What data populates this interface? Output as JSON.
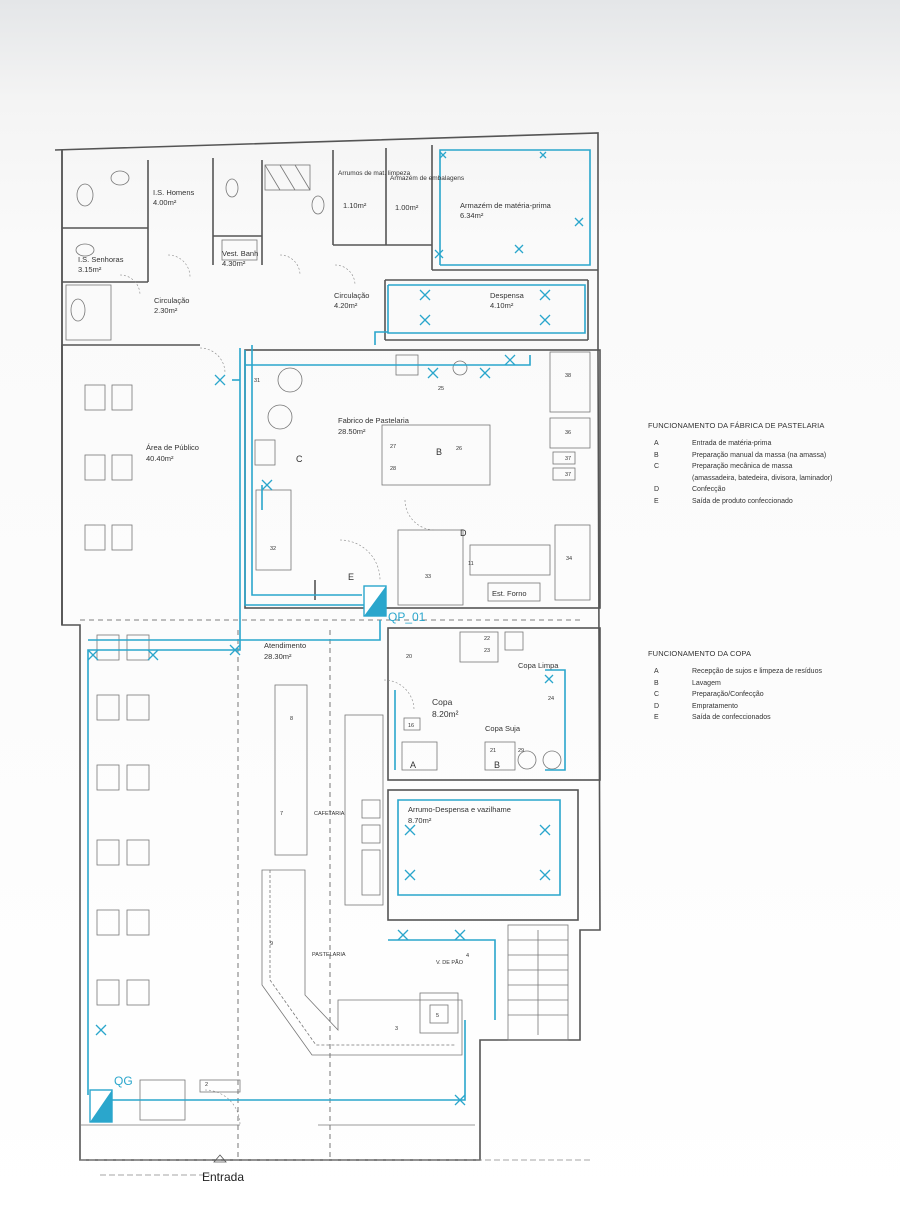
{
  "rooms": {
    "is_homens": {
      "name": "I.S. Homens",
      "area": "4.00m²"
    },
    "arrumos_limpeza": {
      "name": "Arrumos de mat. limpeza",
      "area": "1.10m²"
    },
    "armazem_embalagens": {
      "name": "Armazém de embalagens",
      "area": "1.00m²"
    },
    "armazem_materia_prima": {
      "name": "Armazém de matéria-prima",
      "area": "6.34m²"
    },
    "is_senhoras": {
      "name": "I.S. Senhoras",
      "area": "3.15m²"
    },
    "vest_banh": {
      "name": "Vest. Banh",
      "area": "4.30m²"
    },
    "circulacao_1": {
      "name": "Circulação",
      "area": "2.30m²"
    },
    "circulacao_2": {
      "name": "Circulação",
      "area": "4.20m²"
    },
    "despensa": {
      "name": "Despensa",
      "area": "4.10m²"
    },
    "area_publico": {
      "name": "Área de Público",
      "area": "40.40m²"
    },
    "fabrico": {
      "name": "Fabrico de Pastelaria",
      "area": "28.50m²"
    },
    "atendimento": {
      "name": "Atendimento",
      "area": "28.30m²"
    },
    "copa": {
      "name": "Copa",
      "area": "8.20m²"
    },
    "arrumo_despensa": {
      "name": "Arrumo-Despensa e vazilhame",
      "area": "8.70m²"
    },
    "copa_limpa": "Copa Limpa",
    "copa_suja": "Copa Suja",
    "est_forno": "Est. Forno",
    "pastelaria": "PASTELARIA",
    "cafetaria": "CAFETARIA",
    "v_de_pao": "V. DE PÃO"
  },
  "zone_letters": {
    "fab_c": "C",
    "fab_b": "B",
    "fab_d": "D",
    "fab_e": "E",
    "copa_a": "A",
    "copa_b": "B"
  },
  "equipment_numbers": {
    "n31": "31",
    "n38": "38",
    "n37a": "37",
    "n37b": "37",
    "n36": "36",
    "n32": "32",
    "n33": "33",
    "n34": "34",
    "n28": "28",
    "n27": "27",
    "n25": "25",
    "n26": "26",
    "n11": "11",
    "n22": "22",
    "n23": "23",
    "n16": "16",
    "n21": "21",
    "n29": "29",
    "n20": "20",
    "n24": "24",
    "n5": "5",
    "n3": "3",
    "n4": "4",
    "n7": "7",
    "n8": "8",
    "n9": "9",
    "n2": "2"
  },
  "panels": {
    "qp": "QP_01",
    "qg": "QG"
  },
  "entrance": "Entrada",
  "legend_fabrica": {
    "title": "FUNCIONAMENTO DA FÁBRICA DE PASTELARIA",
    "items": [
      {
        "key": "A",
        "text": "Entrada de matéria-prima"
      },
      {
        "key": "B",
        "text": "Preparação manual da massa (na amassa)"
      },
      {
        "key": "C",
        "text": "Preparação mecânica de massa"
      },
      {
        "key": "",
        "text": "(amassadeira, batedeira, divisora, laminador)"
      },
      {
        "key": "D",
        "text": "Confecção"
      },
      {
        "key": "E",
        "text": "Saída de produto confeccionado"
      }
    ]
  },
  "legend_copa": {
    "title": "FUNCIONAMENTO DA COPA",
    "items": [
      {
        "key": "A",
        "text": "Recepção de sujos e limpeza de resíduos"
      },
      {
        "key": "B",
        "text": "Lavagem"
      },
      {
        "key": "C",
        "text": "Preparação/Confecção"
      },
      {
        "key": "D",
        "text": "Empratamento"
      },
      {
        "key": "E",
        "text": "Saída de confeccionados"
      }
    ]
  },
  "colors": {
    "circuit": "#2aa6cc",
    "walls": "#555555",
    "furniture": "#777777"
  }
}
